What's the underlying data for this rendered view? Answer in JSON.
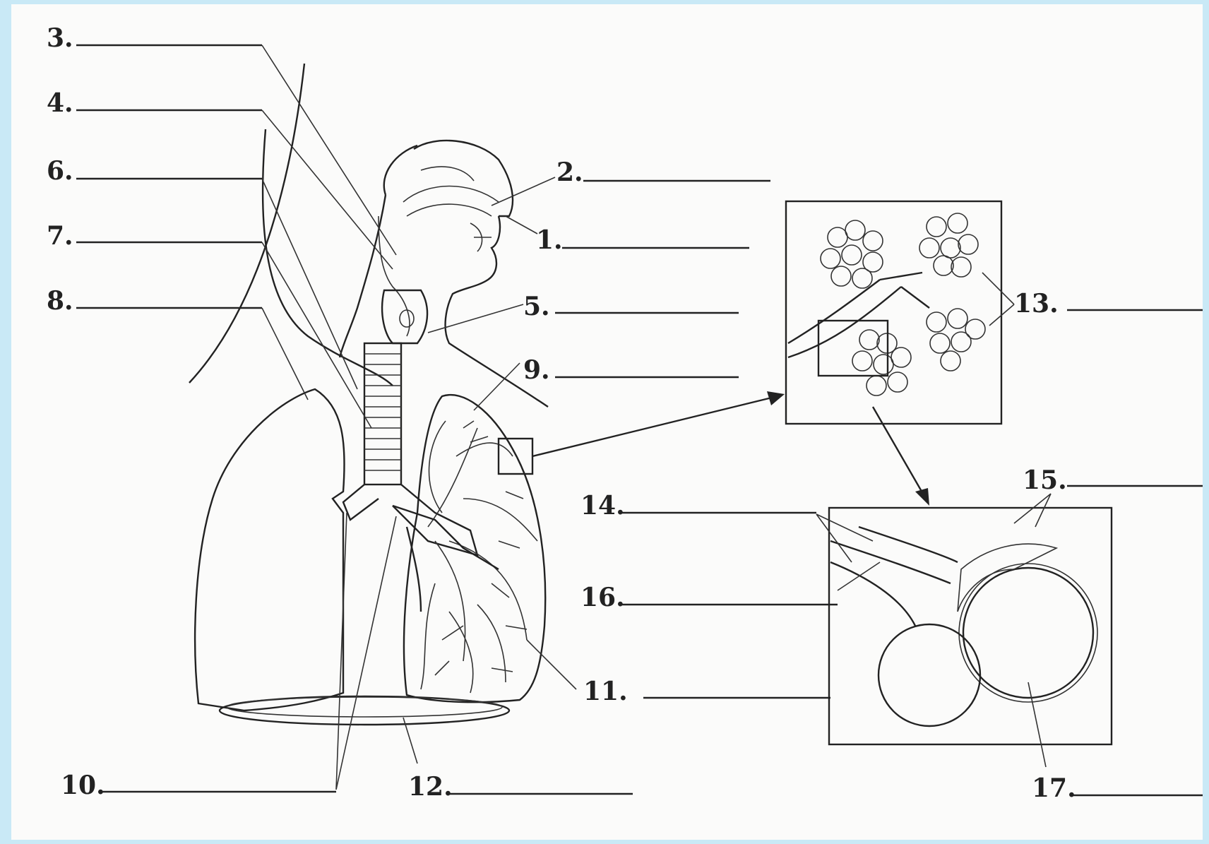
{
  "labels": {
    "l1": "1.",
    "l2": "2.",
    "l3": "3.",
    "l4": "4.",
    "l5": "5.",
    "l6": "6.",
    "l7": "7.",
    "l8": "8.",
    "l9": "9.",
    "l10": "10.",
    "l11": "11.",
    "l12": "12.",
    "l13": "13.",
    "l14": "14.",
    "l15": "15.",
    "l16": "16.",
    "l17": "17."
  },
  "colors": {
    "border": "#c9e9f6",
    "paper": "#fbfbfa",
    "ink": "#222222"
  }
}
